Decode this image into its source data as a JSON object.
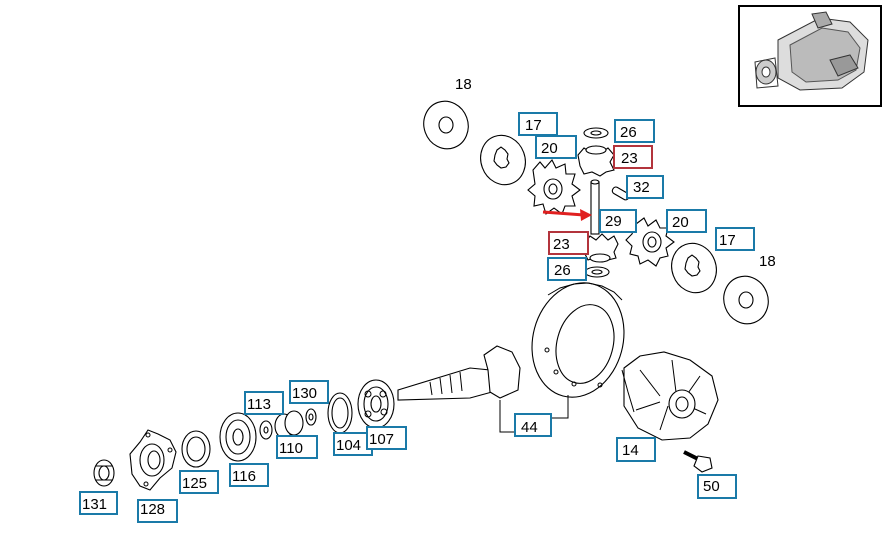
{
  "colors": {
    "callout_blue": "#1a7aa8",
    "callout_red": "#b3343c",
    "arrow": "#e02020",
    "line": "#000000"
  },
  "inset": {
    "icon": "axle-housing-icon"
  },
  "callouts": [
    {
      "id": "c18a",
      "text": "18",
      "boxed": false,
      "variant": "plain"
    },
    {
      "id": "c17a",
      "text": "17",
      "boxed": true,
      "variant": "blue"
    },
    {
      "id": "c26a",
      "text": "26",
      "boxed": true,
      "variant": "blue"
    },
    {
      "id": "c20a",
      "text": "20",
      "boxed": true,
      "variant": "blue"
    },
    {
      "id": "c23a",
      "text": "23",
      "boxed": true,
      "variant": "red"
    },
    {
      "id": "c32",
      "text": "32",
      "boxed": true,
      "variant": "blue"
    },
    {
      "id": "c29",
      "text": "29",
      "boxed": true,
      "variant": "blue"
    },
    {
      "id": "c20b",
      "text": "20",
      "boxed": true,
      "variant": "blue"
    },
    {
      "id": "c23b",
      "text": "23",
      "boxed": true,
      "variant": "red"
    },
    {
      "id": "c17b",
      "text": "17",
      "boxed": true,
      "variant": "blue"
    },
    {
      "id": "c18b",
      "text": "18",
      "boxed": false,
      "variant": "plain"
    },
    {
      "id": "c26b",
      "text": "26",
      "boxed": true,
      "variant": "blue"
    },
    {
      "id": "c44",
      "text": "44",
      "boxed": true,
      "variant": "blue"
    },
    {
      "id": "c14",
      "text": "14",
      "boxed": true,
      "variant": "blue"
    },
    {
      "id": "c50",
      "text": "50",
      "boxed": true,
      "variant": "blue"
    },
    {
      "id": "c113",
      "text": "113",
      "boxed": true,
      "variant": "blue"
    },
    {
      "id": "c130",
      "text": "130",
      "boxed": true,
      "variant": "blue"
    },
    {
      "id": "c110",
      "text": "110",
      "boxed": true,
      "variant": "blue"
    },
    {
      "id": "c104",
      "text": "104",
      "boxed": true,
      "variant": "blue"
    },
    {
      "id": "c107",
      "text": "107",
      "boxed": true,
      "variant": "blue"
    },
    {
      "id": "c125",
      "text": "125",
      "boxed": true,
      "variant": "blue"
    },
    {
      "id": "c116",
      "text": "116",
      "boxed": true,
      "variant": "blue"
    },
    {
      "id": "c131",
      "text": "131",
      "boxed": true,
      "variant": "blue"
    },
    {
      "id": "c128",
      "text": "128",
      "boxed": true,
      "variant": "blue"
    }
  ]
}
